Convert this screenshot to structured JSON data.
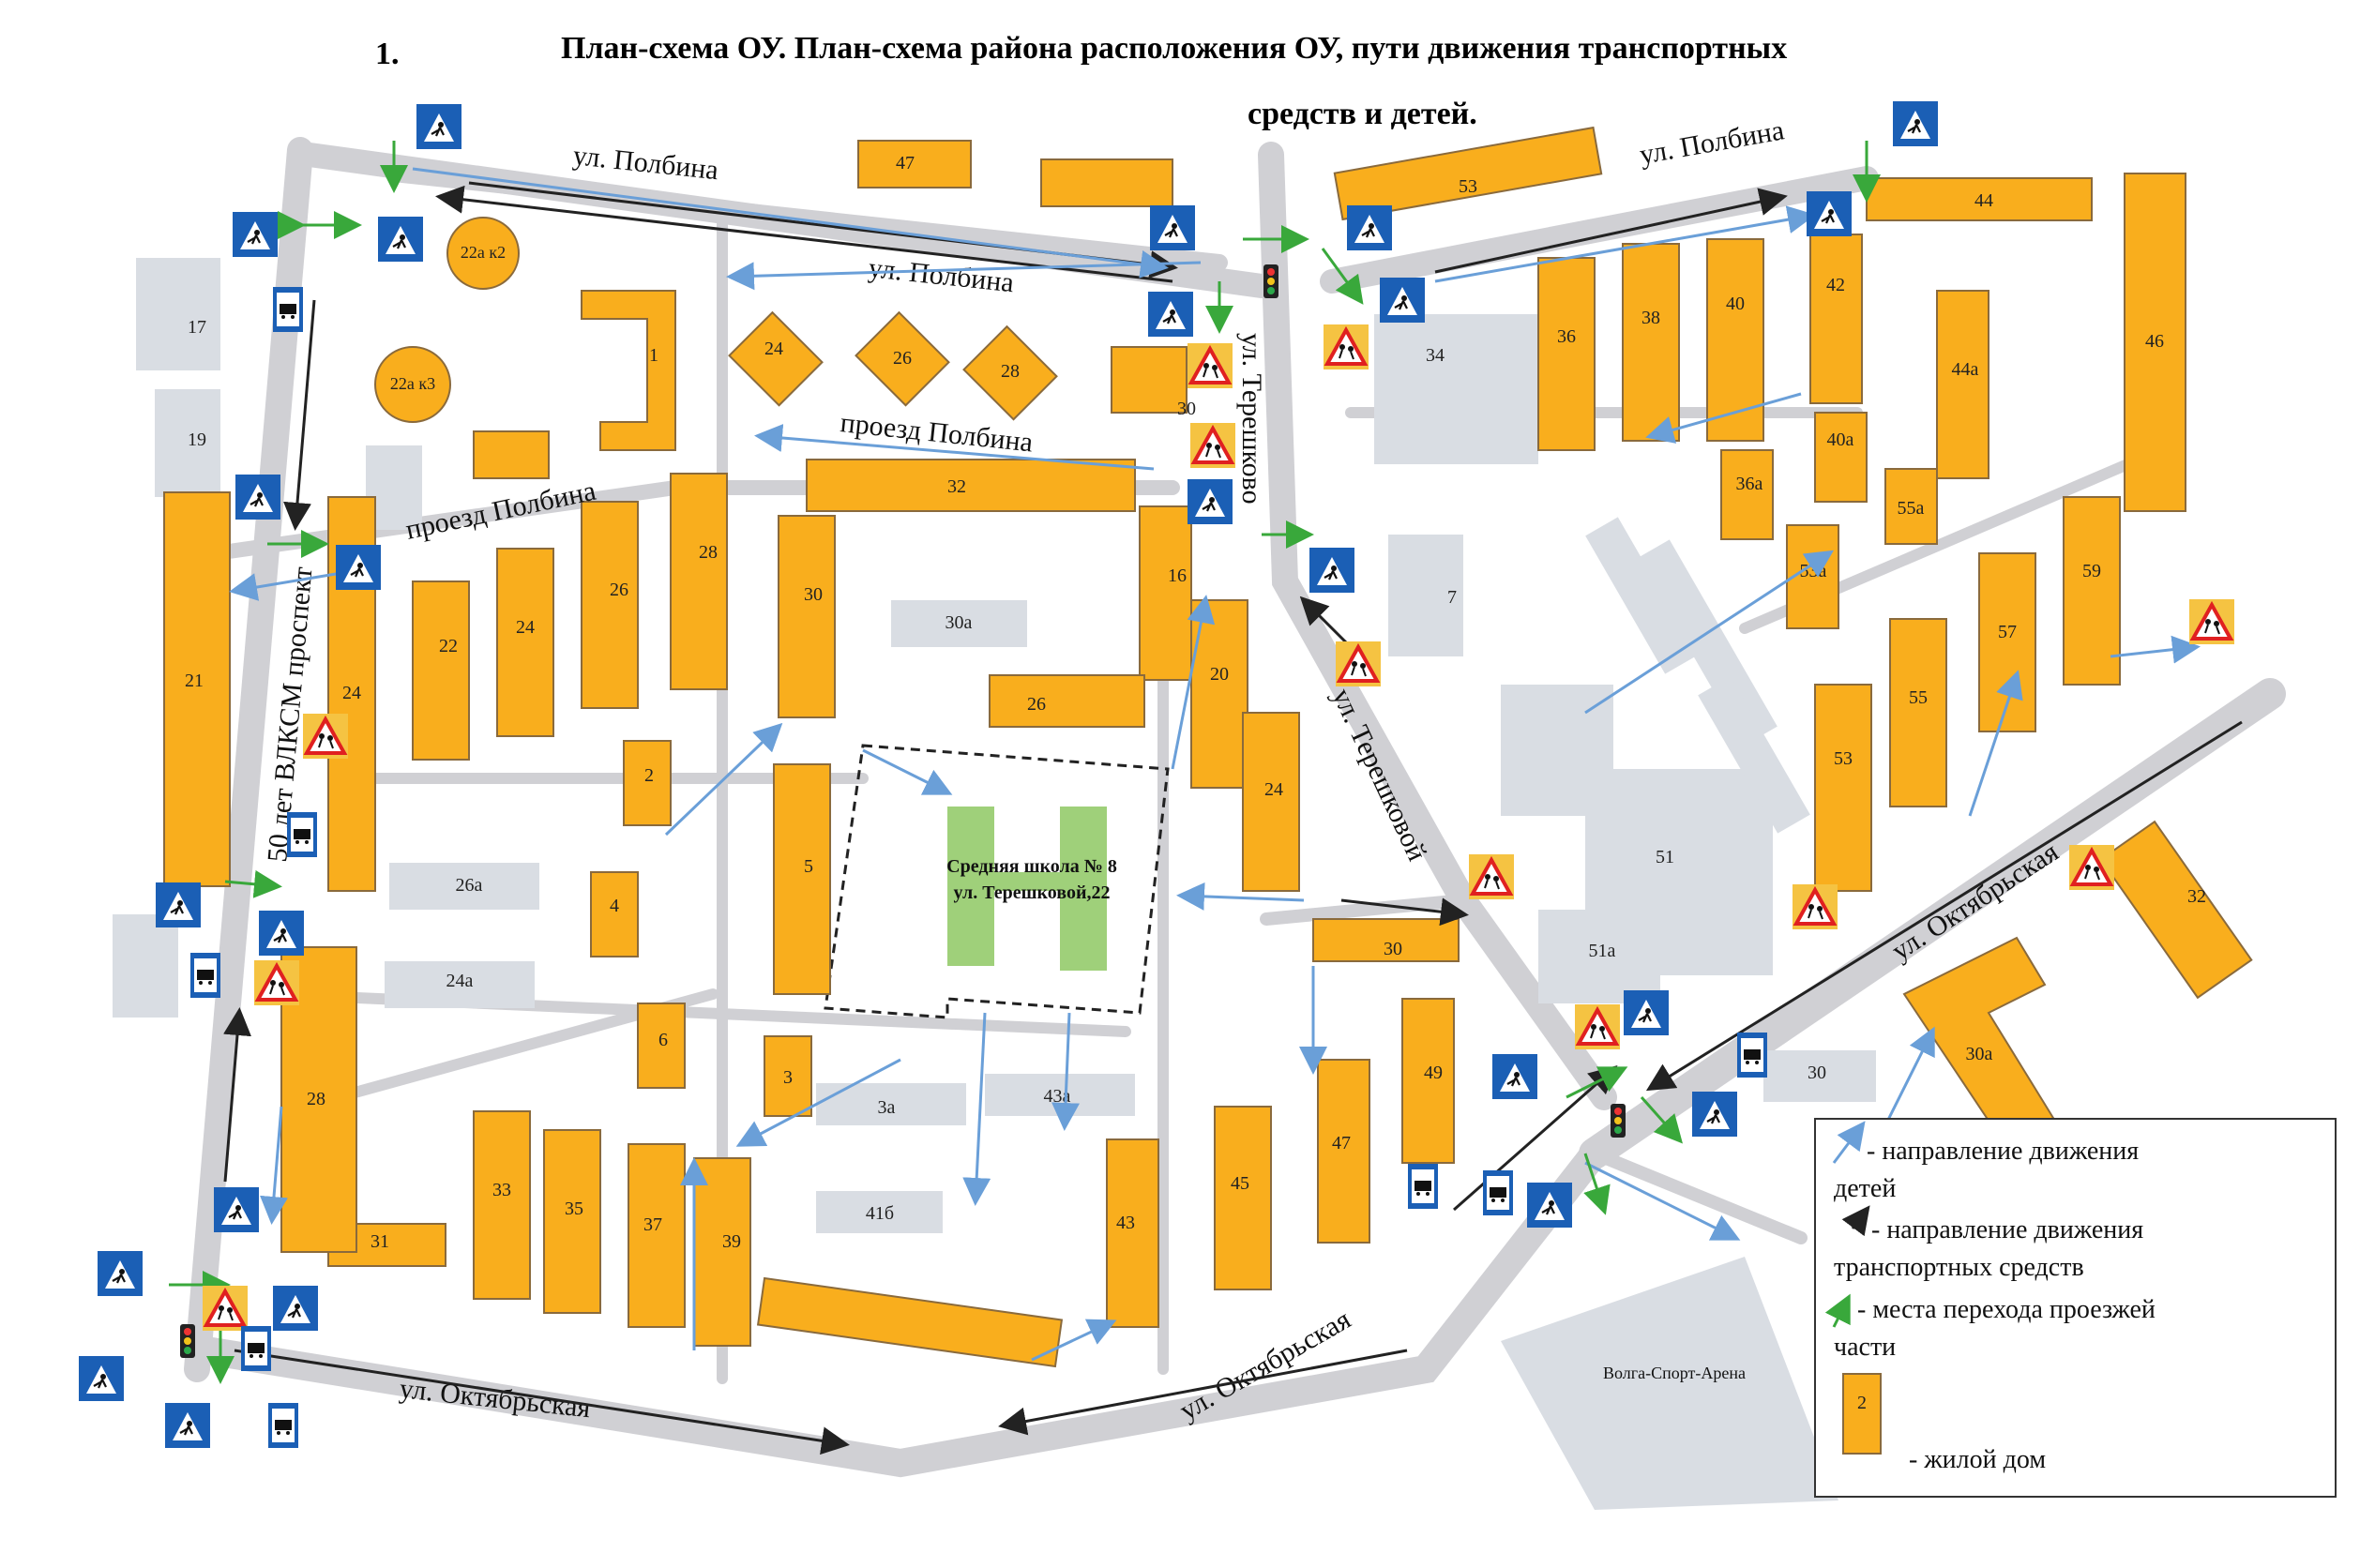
{
  "header": {
    "number": "1.",
    "title_line1": "План-схема ОУ. План-схема района расположения ОУ, пути движения транспортных",
    "title_line2": "средств и детей."
  },
  "streets": {
    "polbina_top_left": "ул. Полбина",
    "polbina_top_right": "ул. Полбина",
    "polbina_center": "ул. Полбина",
    "proezd_polbina_center": "проезд Полбина",
    "proezd_polbina_left": "проезд Полбина",
    "tereshkovoy_upper": "ул. Терешково",
    "tereshkovoy_lower": "ул. Терешковой",
    "vlksm": "50 лет ВЛКСМ проспект",
    "oktyabrskaya_left": "ул. Октябрьская",
    "oktyabrskaya_center": "ул. Октябрьская",
    "oktyabrskaya_right": "ул. Октябрьская"
  },
  "school": {
    "line1": "Средняя школа № 8",
    "line2": "ул. Терешковой,22"
  },
  "arena": "Волга-Спорт-Арена",
  "buildings": {
    "b17": "17",
    "b19": "19",
    "b22ak2": "22а к2",
    "b22ak3": "22а к3",
    "b1": "1",
    "b24t": "24",
    "b26t": "26",
    "b28t": "28",
    "b47t": "47",
    "b53t": "53",
    "b44": "44",
    "b42": "42",
    "b40": "40",
    "b38": "38",
    "b36": "36",
    "b34": "34",
    "b46": "46",
    "b44a": "44а",
    "b40a": "40а",
    "b36a": "36а",
    "b55a": "55а",
    "b53a": "53а",
    "b59": "59",
    "b57": "57",
    "b55": "55",
    "b53": "53",
    "b30t": "30",
    "b32": "32",
    "b16": "16",
    "b7": "7",
    "b20": "20",
    "b30": "30",
    "b30a": "30а",
    "b26m": "26",
    "b24m": "24",
    "b21": "21",
    "b24l": "24",
    "b22": "22",
    "b24c": "24",
    "b26": "26",
    "b28": "28",
    "b2": "2",
    "b26a": "26а",
    "b4": "4",
    "b24a": "24а",
    "b5": "5",
    "b51": "51",
    "b51a": "51а",
    "b30r": "30",
    "b32r": "32",
    "b30ar": "30а",
    "b30b": "30",
    "b49": "49",
    "b47": "47",
    "b45": "45",
    "b6": "6",
    "b3": "3",
    "b3a": "3а",
    "b43a": "43а",
    "b43": "43",
    "b41b": "41б",
    "b39": "39",
    "b37": "37",
    "b35": "35",
    "b33": "33",
    "b31": "31",
    "b28l": "28",
    "b30rr": "30"
  },
  "legend": {
    "children_dir": "- направление движения детей",
    "vehicle_dir": "- направление движения транспортных средств",
    "crossing": "- места перехода проезжей части",
    "house_num": "2",
    "house": "- жилой дом"
  },
  "colors": {
    "building": "#f9ae1d",
    "building_shadow": "#8a6a3c",
    "road": "#d0d0d4",
    "children_arrow": "#6a9fd8",
    "vehicle_arrow": "#222222",
    "crossing": "#5ab04a",
    "sign_blue": "#1b5fb5",
    "school_green": "#9fd07a",
    "public_grey": "#d9dde3"
  }
}
